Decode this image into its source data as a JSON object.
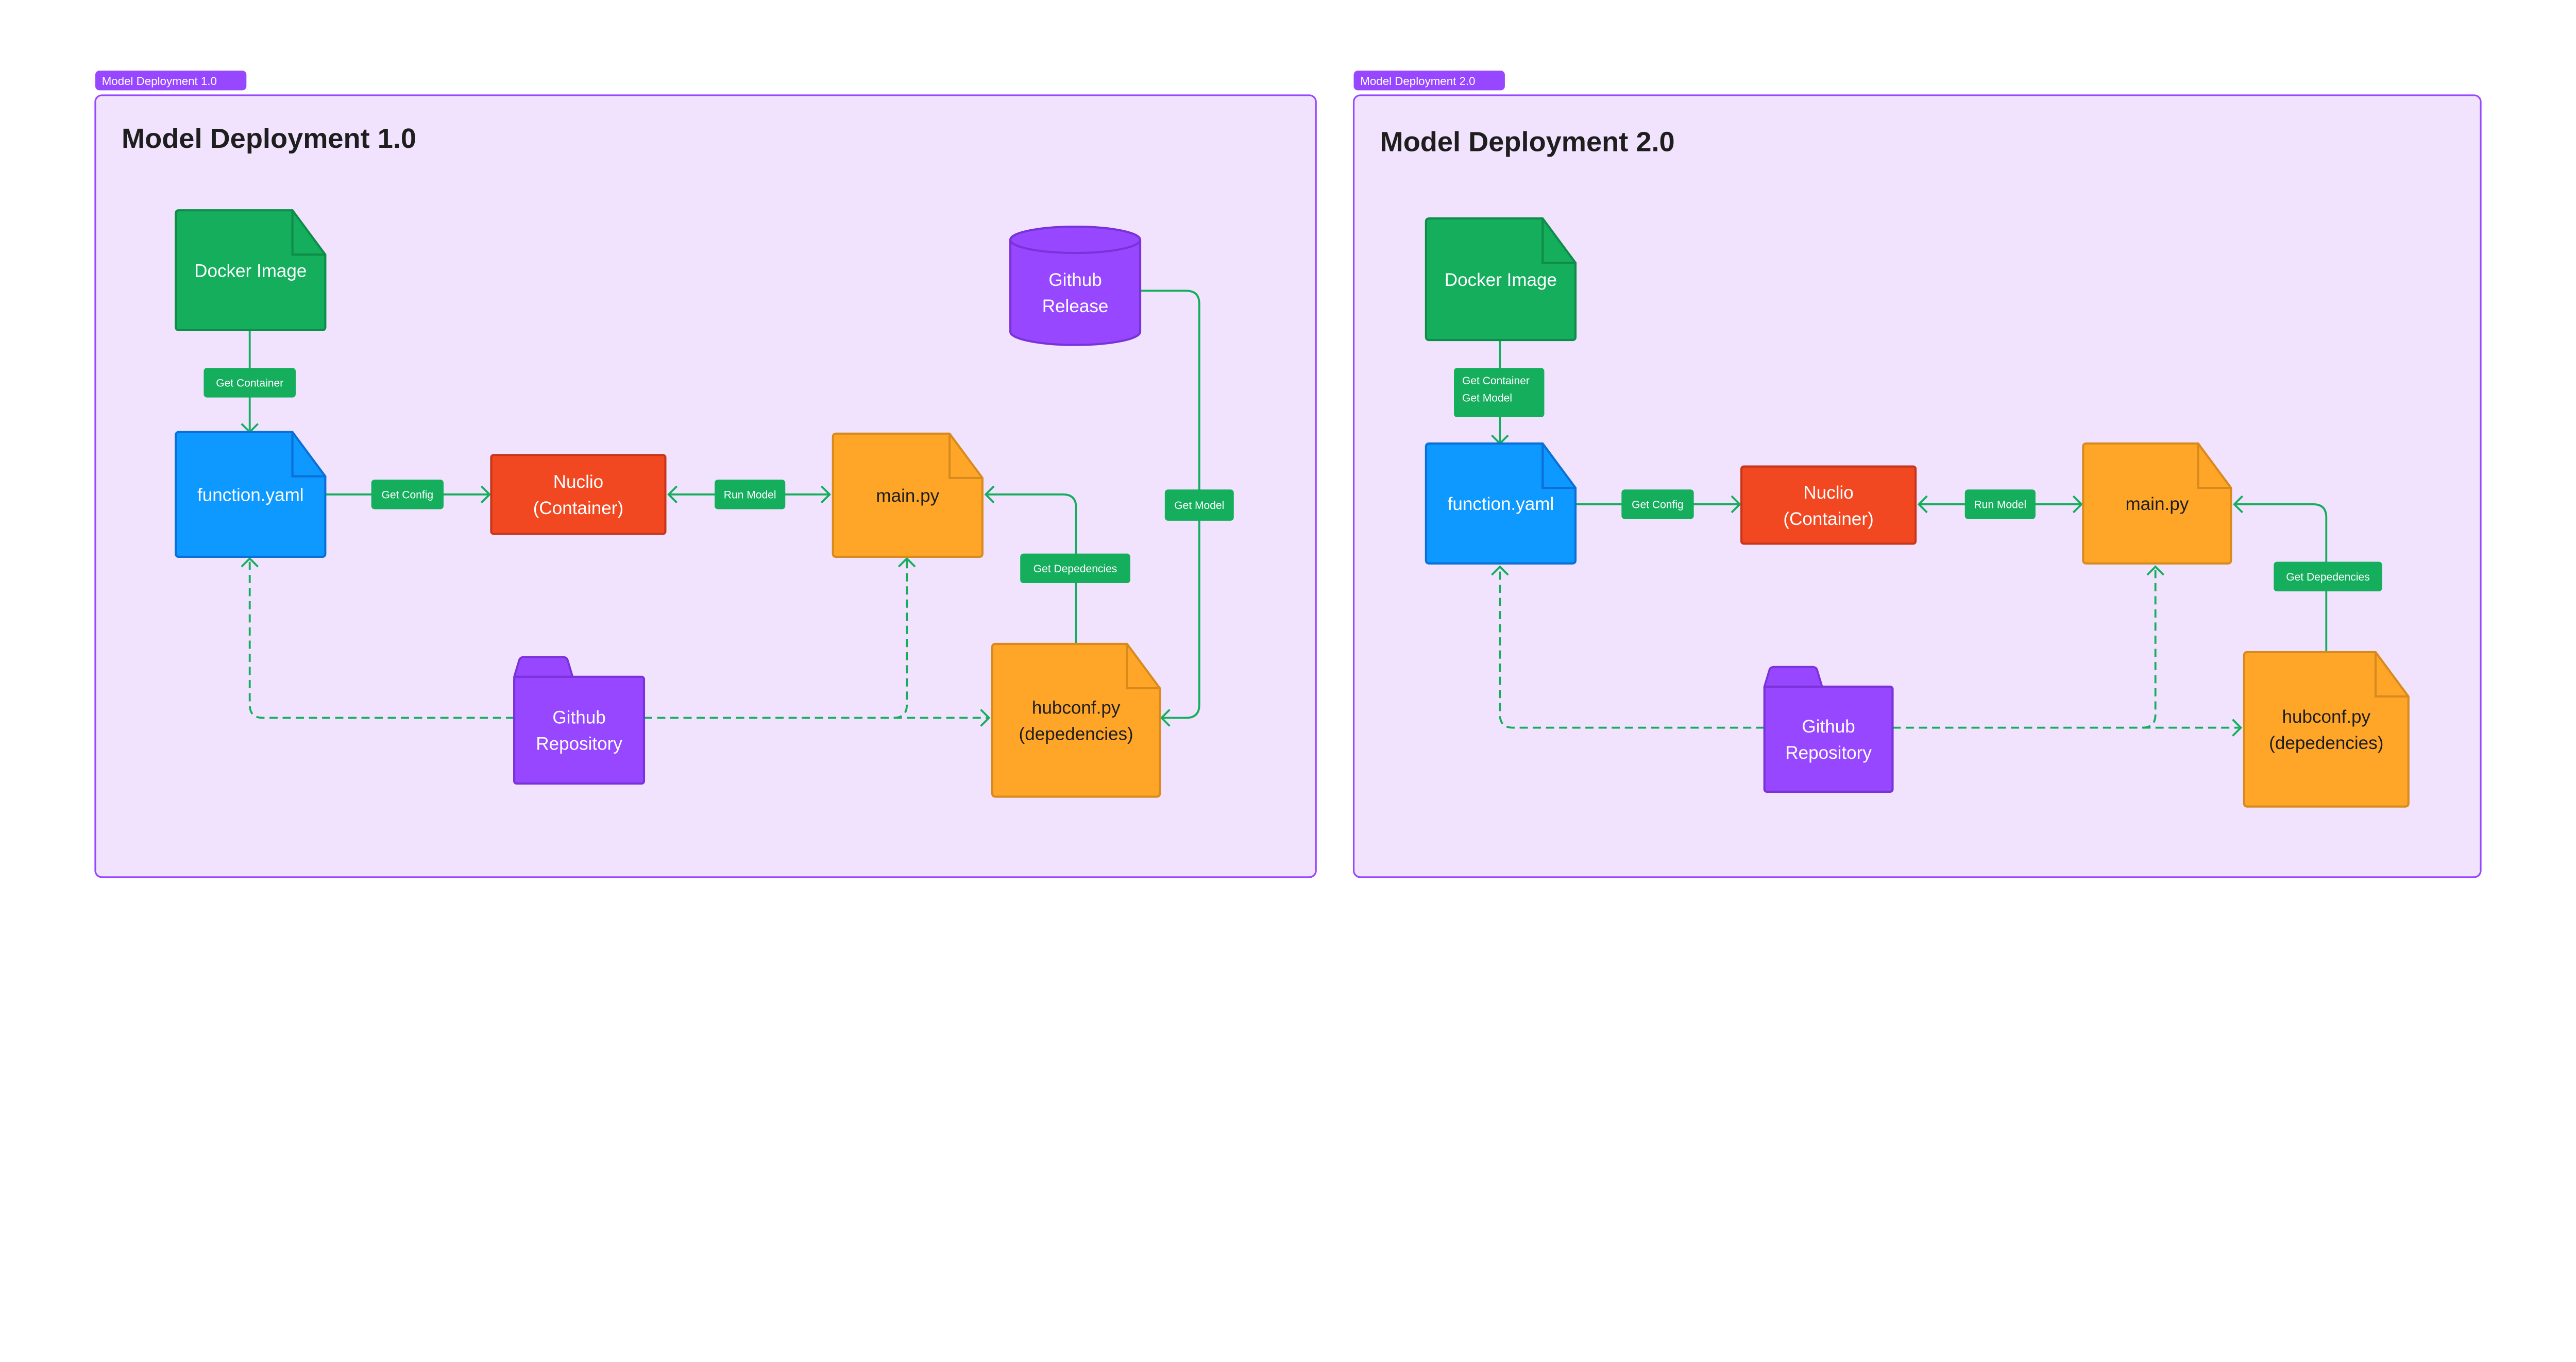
{
  "colors": {
    "frame_fill": "#f1e3fd",
    "frame_border": "#9747ff",
    "green": "#14ae5c",
    "blue": "#0d99ff",
    "red": "#f24822",
    "orange": "#ffa629",
    "purple": "#9747ff",
    "connector": "#14ae5c"
  },
  "frames": [
    {
      "tag": "Model Deployment 1.0",
      "title": "Model Deployment 1.0",
      "nodes": {
        "docker": {
          "shape": "document",
          "color": "green",
          "lines": [
            "Docker Image"
          ]
        },
        "function": {
          "shape": "document",
          "color": "blue",
          "lines": [
            "function.yaml"
          ]
        },
        "nuclio": {
          "shape": "rectangle",
          "color": "red",
          "lines": [
            "Nuclio",
            "(Container)"
          ]
        },
        "main": {
          "shape": "document",
          "color": "orange",
          "lines": [
            "main.py"
          ]
        },
        "release": {
          "shape": "cylinder",
          "color": "purple",
          "lines": [
            "Github",
            "Release"
          ]
        },
        "hubconf": {
          "shape": "document",
          "color": "orange",
          "lines": [
            "hubconf.py",
            "(depedencies)"
          ]
        },
        "repo": {
          "shape": "folder",
          "color": "purple",
          "lines": [
            "Github",
            "Repository"
          ]
        }
      },
      "edges": {
        "get_container": [
          "Get Container"
        ],
        "get_config": [
          "Get Config"
        ],
        "run_model": [
          "Run Model"
        ],
        "get_model": [
          "Get Model"
        ],
        "get_deps": [
          "Get Depedencies"
        ]
      }
    },
    {
      "tag": "Model Deployment 2.0",
      "title": "Model Deployment 2.0",
      "nodes": {
        "docker": {
          "shape": "document",
          "color": "green",
          "lines": [
            "Docker Image"
          ]
        },
        "function": {
          "shape": "document",
          "color": "blue",
          "lines": [
            "function.yaml"
          ]
        },
        "nuclio": {
          "shape": "rectangle",
          "color": "red",
          "lines": [
            "Nuclio",
            "(Container)"
          ]
        },
        "main": {
          "shape": "document",
          "color": "orange",
          "lines": [
            "main.py"
          ]
        },
        "hubconf": {
          "shape": "document",
          "color": "orange",
          "lines": [
            "hubconf.py",
            "(depedencies)"
          ]
        },
        "repo": {
          "shape": "folder",
          "color": "purple",
          "lines": [
            "Github",
            "Repository"
          ]
        }
      },
      "edges": {
        "get_container": [
          "Get Container",
          "Get Model"
        ],
        "get_config": [
          "Get Config"
        ],
        "run_model": [
          "Run Model"
        ],
        "get_deps": [
          "Get Depedencies"
        ]
      }
    }
  ]
}
